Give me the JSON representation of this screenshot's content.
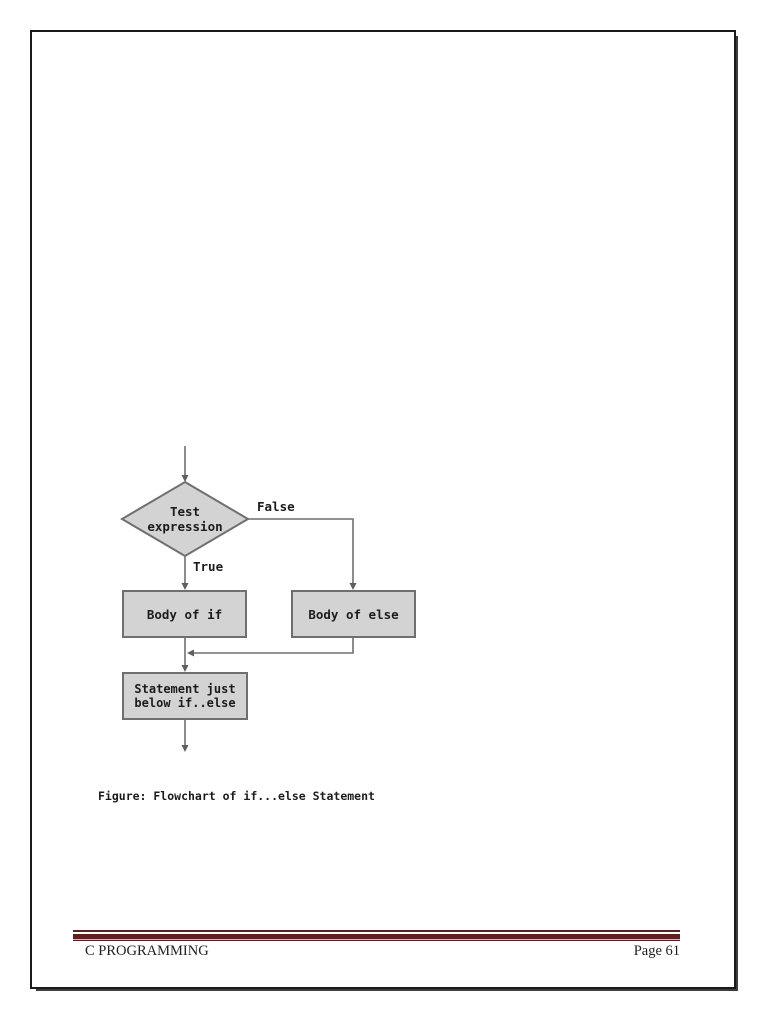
{
  "document": {
    "caption": "Figure: Flowchart of if...else Statement",
    "footer": {
      "left_text": "C PROGRAMMING",
      "right_text": "Page 61"
    }
  },
  "flowchart": {
    "decision": {
      "line1": "Test",
      "line2": "expression"
    },
    "false_label": "False",
    "true_label": "True",
    "body_if_label": "Body of if",
    "body_else_label": "Body of else",
    "statement": {
      "line1": "Statement just",
      "line2": "below if..else"
    }
  },
  "colors": {
    "box_fill": "#d3d3d3",
    "box_border": "#6f6f6f",
    "connector": "#6f6f6f",
    "arrowhead": "#5f5f5f",
    "flowchart_text": "#1c1c1c",
    "footer_rule": "#5d2023",
    "footer_rule_light": "#d8b9b9",
    "footer_text": "#222222",
    "page_border": "#1a1a1a"
  }
}
